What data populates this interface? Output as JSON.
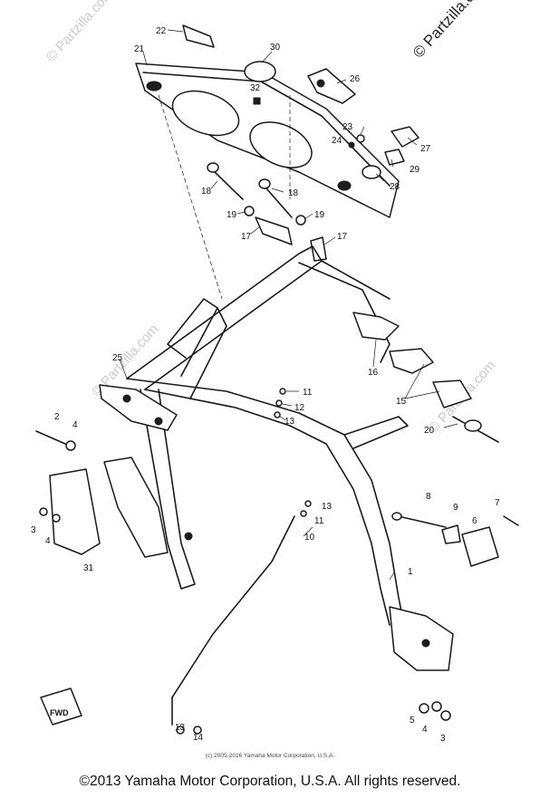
{
  "watermarks": {
    "top_right": "© Partzilla.com",
    "faint": "© Partzilla.com"
  },
  "fwd_label": "FWD",
  "callouts": [
    "22",
    "21",
    "30",
    "26",
    "32",
    "23",
    "24",
    "27",
    "29",
    "28",
    "18",
    "18",
    "19",
    "19",
    "17",
    "17",
    "16",
    "25",
    "15",
    "11",
    "12",
    "13",
    "20",
    "2",
    "4",
    "8",
    "9",
    "7",
    "6",
    "13",
    "11",
    "3",
    "4",
    "10",
    "31",
    "1",
    "5",
    "4",
    "3",
    "13",
    "14"
  ],
  "inner_copyright": "(c) 2005-2016 Yamaha Motor Corporation, U.S.A.",
  "footer": "©2013 Yamaha Motor Corporation, U.S.A. All rights reserved."
}
